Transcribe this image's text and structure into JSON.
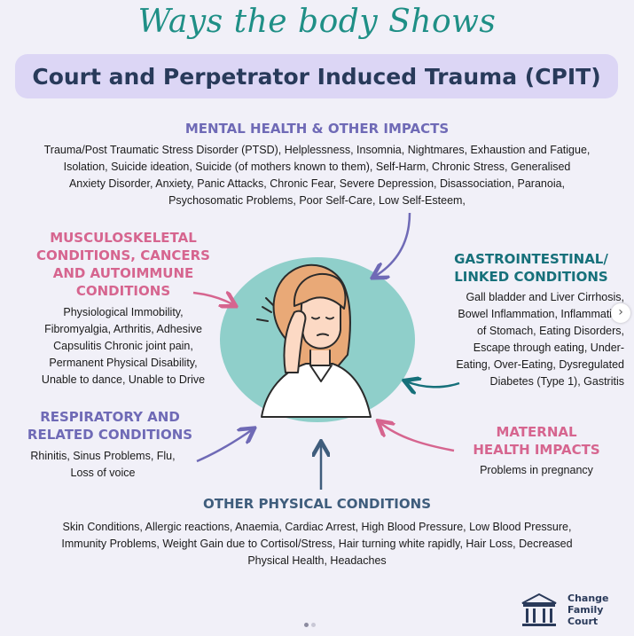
{
  "title_script": "Ways the body Shows",
  "title_main": "Court and Perpetrator Induced Trauma (CPIT)",
  "sections": {
    "mental": {
      "heading": "MENTAL HEALTH & OTHER IMPACTS",
      "lines": [
        "Trauma/Post Traumatic Stress Disorder (PTSD), Helplessness, Insomnia, Nightmares, Exhaustion and Fatigue,",
        "Isolation, Suicide ideation, Suicide (of mothers known to them), Self-Harm, Chronic Stress, Generalised",
        "Anxiety Disorder, Anxiety, Panic Attacks, Chronic Fear, Severe Depression, Disassociation, Paranoia,",
        "Psychosomatic Problems, Poor Self-Care, Low Self-Esteem,"
      ]
    },
    "musculo": {
      "heading_lines": [
        "MUSCULOSKELETAL",
        "CONDITIONS, CANCERS",
        "AND AUTOIMMUNE",
        "CONDITIONS"
      ],
      "lines": [
        "Physiological Immobility,",
        "Fibromyalgia, Arthritis, Adhesive",
        "Capsulitis Chronic joint pain,",
        "Permanent Physical Disability,",
        "Unable to dance, Unable to Drive"
      ]
    },
    "gastro": {
      "heading_lines": [
        "GASTROINTESTINAL/",
        "LINKED CONDITIONS"
      ],
      "lines": [
        "Gall bladder and Liver Cirrhosis,",
        "Bowel Inflammation, Inflammation",
        "of Stomach, Eating Disorders,",
        "Escape through eating, Under-",
        "Eating, Over-Eating, Dysregulated",
        "Diabetes (Type 1), Gastritis"
      ]
    },
    "respiratory": {
      "heading_lines": [
        "RESPIRATORY AND",
        "RELATED CONDITIONS"
      ],
      "lines": [
        "Rhinitis, Sinus Problems, Flu,",
        "Loss of voice"
      ]
    },
    "maternal": {
      "heading_lines": [
        "MATERNAL",
        "HEALTH IMPACTS"
      ],
      "lines": [
        "Problems in pregnancy"
      ]
    },
    "other": {
      "heading": "OTHER PHYSICAL CONDITIONS",
      "lines": [
        "Skin Conditions, Allergic reactions, Anaemia, Cardiac Arrest, High Blood Pressure, Low Blood Pressure,",
        "Immunity Problems, Weight Gain due to Cortisol/Stress, Hair turning white rapidly, Hair Loss, Decreased",
        "Physical Health, Headaches"
      ]
    }
  },
  "logo": {
    "lines": [
      "Change",
      "Family",
      "Court"
    ]
  },
  "nav": {
    "next_icon": "chevron-right-icon",
    "next_glyph": "›"
  },
  "colors": {
    "background": "#f1f0f8",
    "title_teal": "#1f8f86",
    "banner": "#dcd6f5",
    "navy": "#283a5a",
    "purple": "#6f6ab6",
    "pink": "#d6658f",
    "teal": "#16707a",
    "slate": "#3f5d7c",
    "circle": "#8fcfca"
  }
}
